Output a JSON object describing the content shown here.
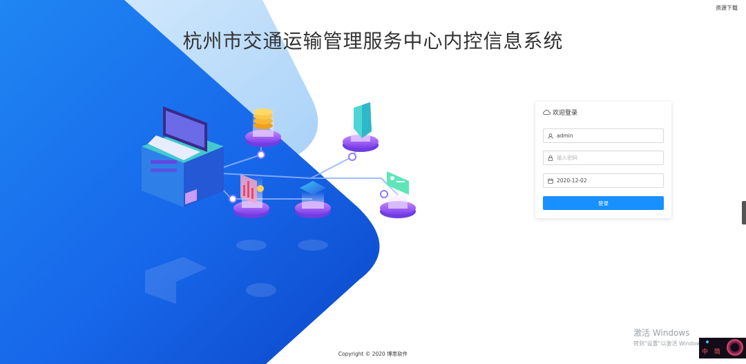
{
  "header": {
    "download_link": "资源下载",
    "title": "杭州市交通运输管理服务中心内控信息系统"
  },
  "login": {
    "heading": "欢迎登录",
    "username_value": "admin",
    "password_placeholder": "输入密码",
    "date_value": "2020-12-02",
    "submit_label": "登录"
  },
  "footer": {
    "copyright": "Copyright © 2020 博思软件"
  },
  "watermark": {
    "line1": "激活 Windows",
    "line2": "转到\"设置\"以激活 Windows。"
  },
  "tray": {
    "chars": "中 简"
  },
  "colors": {
    "primary": "#1890ff",
    "bg_blue_dark": "#1565e8",
    "bg_blue_light": "#b9dcfa"
  },
  "icons": {
    "card_heading": "cloud-icon",
    "username": "user-icon",
    "password": "lock-icon",
    "date": "calendar-icon"
  }
}
